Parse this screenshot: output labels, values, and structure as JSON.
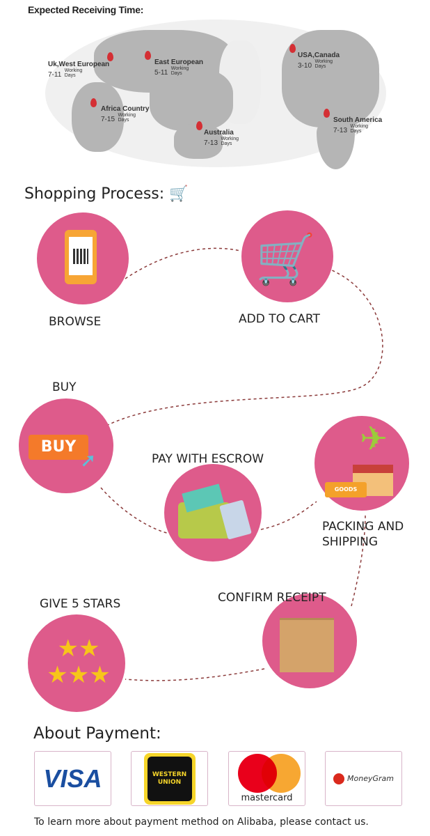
{
  "receiving": {
    "title": "Expected Receiving Time:",
    "working": "Working",
    "days": "Days",
    "regions": [
      {
        "name": "Uk,West European",
        "range": "7-11"
      },
      {
        "name": "East European",
        "range": "5-11"
      },
      {
        "name": "USA,Canada",
        "range": "3-10"
      },
      {
        "name": "Africa Country",
        "range": "7-15"
      },
      {
        "name": "Australia",
        "range": "7-13"
      },
      {
        "name": "South America",
        "range": "7-13"
      }
    ]
  },
  "process": {
    "title": "Shopping Process:",
    "steps": [
      "BROWSE",
      "ADD TO CART",
      "BUY",
      "PAY WITH ESCROW",
      "PACKING AND SHIPPING",
      "CONFIRM RECEIPT",
      "GIVE 5 STARS"
    ],
    "buy_label": "BUY",
    "goods_label": "GOODS"
  },
  "payment": {
    "title": "About Payment:",
    "methods": [
      "VISA",
      "WESTERN UNION",
      "mastercard",
      "MoneyGram"
    ],
    "note": "To learn more about payment method on Alibaba, please contact us."
  },
  "colors": {
    "circle": "#de5b8b",
    "pin": "#d42f34"
  }
}
